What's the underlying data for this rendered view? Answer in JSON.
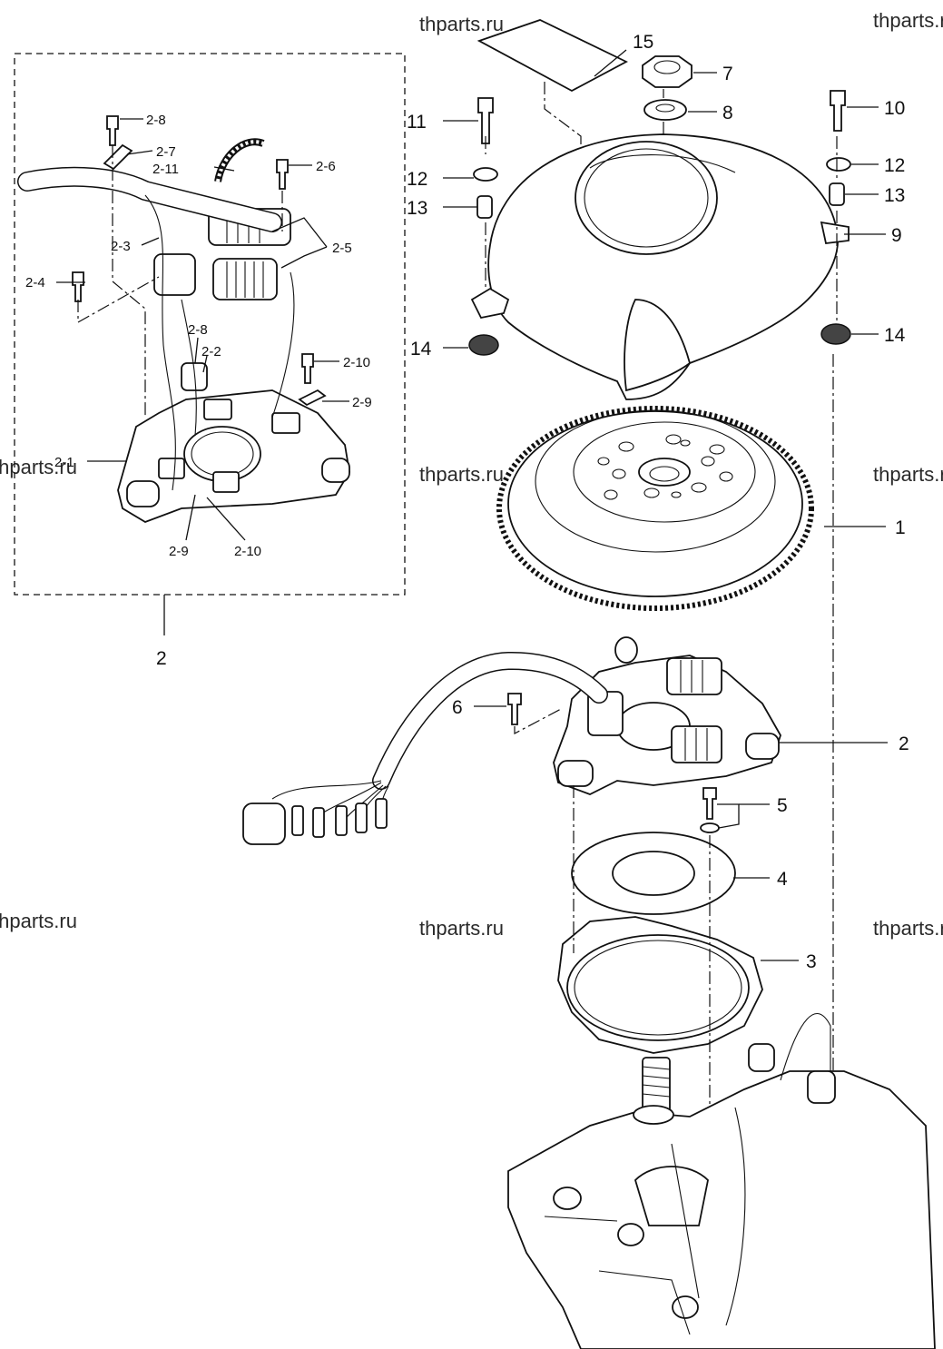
{
  "watermark": "thparts.ru",
  "callouts": {
    "c1": "1",
    "c2": "2",
    "c2b": "2",
    "c3": "3",
    "c4": "4",
    "c5": "5",
    "c6": "6",
    "c7": "7",
    "c8": "8",
    "c9": "9",
    "c10": "10",
    "c11": "11",
    "c12a": "12",
    "c12b": "12",
    "c13a": "13",
    "c13b": "13",
    "c14a": "14",
    "c14b": "14",
    "c15": "15"
  },
  "sub_callouts": {
    "s2_1": "2-1",
    "s2_2": "2-2",
    "s2_3": "2-3",
    "s2_4": "2-4",
    "s2_5": "2-5",
    "s2_6": "2-6",
    "s2_7": "2-7",
    "s2_8a": "2-8",
    "s2_8b": "2-8",
    "s2_9a": "2-9",
    "s2_9b": "2-9",
    "s2_10a": "2-10",
    "s2_10b": "2-10",
    "s2_11": "2-11"
  }
}
